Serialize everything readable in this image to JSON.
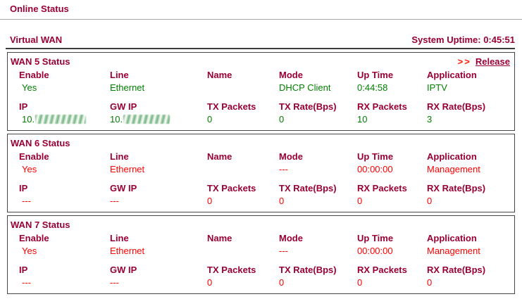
{
  "page": {
    "title": "Online Status",
    "section": "Virtual WAN",
    "uptime": "System Uptime: 0:45:51"
  },
  "colors": {
    "header_maroon": "#990033",
    "online_green": "#008000",
    "offline_red": "#ff0000",
    "release_arrow_red": "#ff1a00",
    "panel_border": "#464646"
  },
  "wan_blocks": [
    {
      "title": "WAN 5 Status",
      "release_arrows": ">>",
      "release_label": "Release",
      "headers_row1": [
        "Enable",
        "Line",
        "Name",
        "Mode",
        "Up Time",
        "Application"
      ],
      "values_row1": [
        "Yes",
        "Ethernet",
        "",
        "DHCP Client",
        "0:44:58",
        "IPTV"
      ],
      "headers_row2": [
        "IP",
        "GW IP",
        "TX Packets",
        "TX Rate(Bps)",
        "RX Packets",
        "RX Rate(Bps)"
      ],
      "values_row2": [
        "10.",
        "10.",
        "0",
        "0",
        "10",
        "3"
      ],
      "ip_redacted": true
    },
    {
      "title": "WAN 6 Status",
      "headers_row1": [
        "Enable",
        "Line",
        "Name",
        "Mode",
        "Up Time",
        "Application"
      ],
      "values_row1": [
        "Yes",
        "Ethernet",
        "",
        "---",
        "00:00:00",
        "Management"
      ],
      "headers_row2": [
        "IP",
        "GW IP",
        "TX Packets",
        "TX Rate(Bps)",
        "RX Packets",
        "RX Rate(Bps)"
      ],
      "values_row2": [
        "---",
        "---",
        "0",
        "0",
        "0",
        "0"
      ],
      "ip_redacted": false
    },
    {
      "title": "WAN 7 Status",
      "headers_row1": [
        "Enable",
        "Line",
        "Name",
        "Mode",
        "Up Time",
        "Application"
      ],
      "values_row1": [
        "Yes",
        "Ethernet",
        "",
        "---",
        "00:00:00",
        "Management"
      ],
      "headers_row2": [
        "IP",
        "GW IP",
        "TX Packets",
        "TX Rate(Bps)",
        "RX Packets",
        "RX Rate(Bps)"
      ],
      "values_row2": [
        "---",
        "---",
        "0",
        "0",
        "0",
        "0"
      ],
      "ip_redacted": false
    }
  ]
}
